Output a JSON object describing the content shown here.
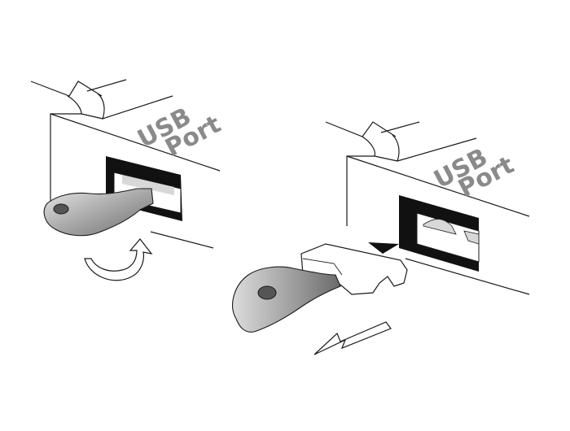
{
  "diagram": {
    "left_panel": {
      "port_label_line1": "USB",
      "port_label_line2": "Port"
    },
    "right_panel": {
      "port_label_line1": "USB",
      "port_label_line2": "Port"
    }
  },
  "colors": {
    "line": "#1a1a1a",
    "label": "#8a8a8a",
    "key_dark": "#7a7a7a",
    "key_light": "#d8d8d8",
    "port_opening": "#111111"
  },
  "icons": {
    "rotate_arrow": "curved-rotate-arrow-icon",
    "pull_arrow": "pull-out-arrow-icon",
    "insert_marker": "triangle-marker-icon"
  }
}
